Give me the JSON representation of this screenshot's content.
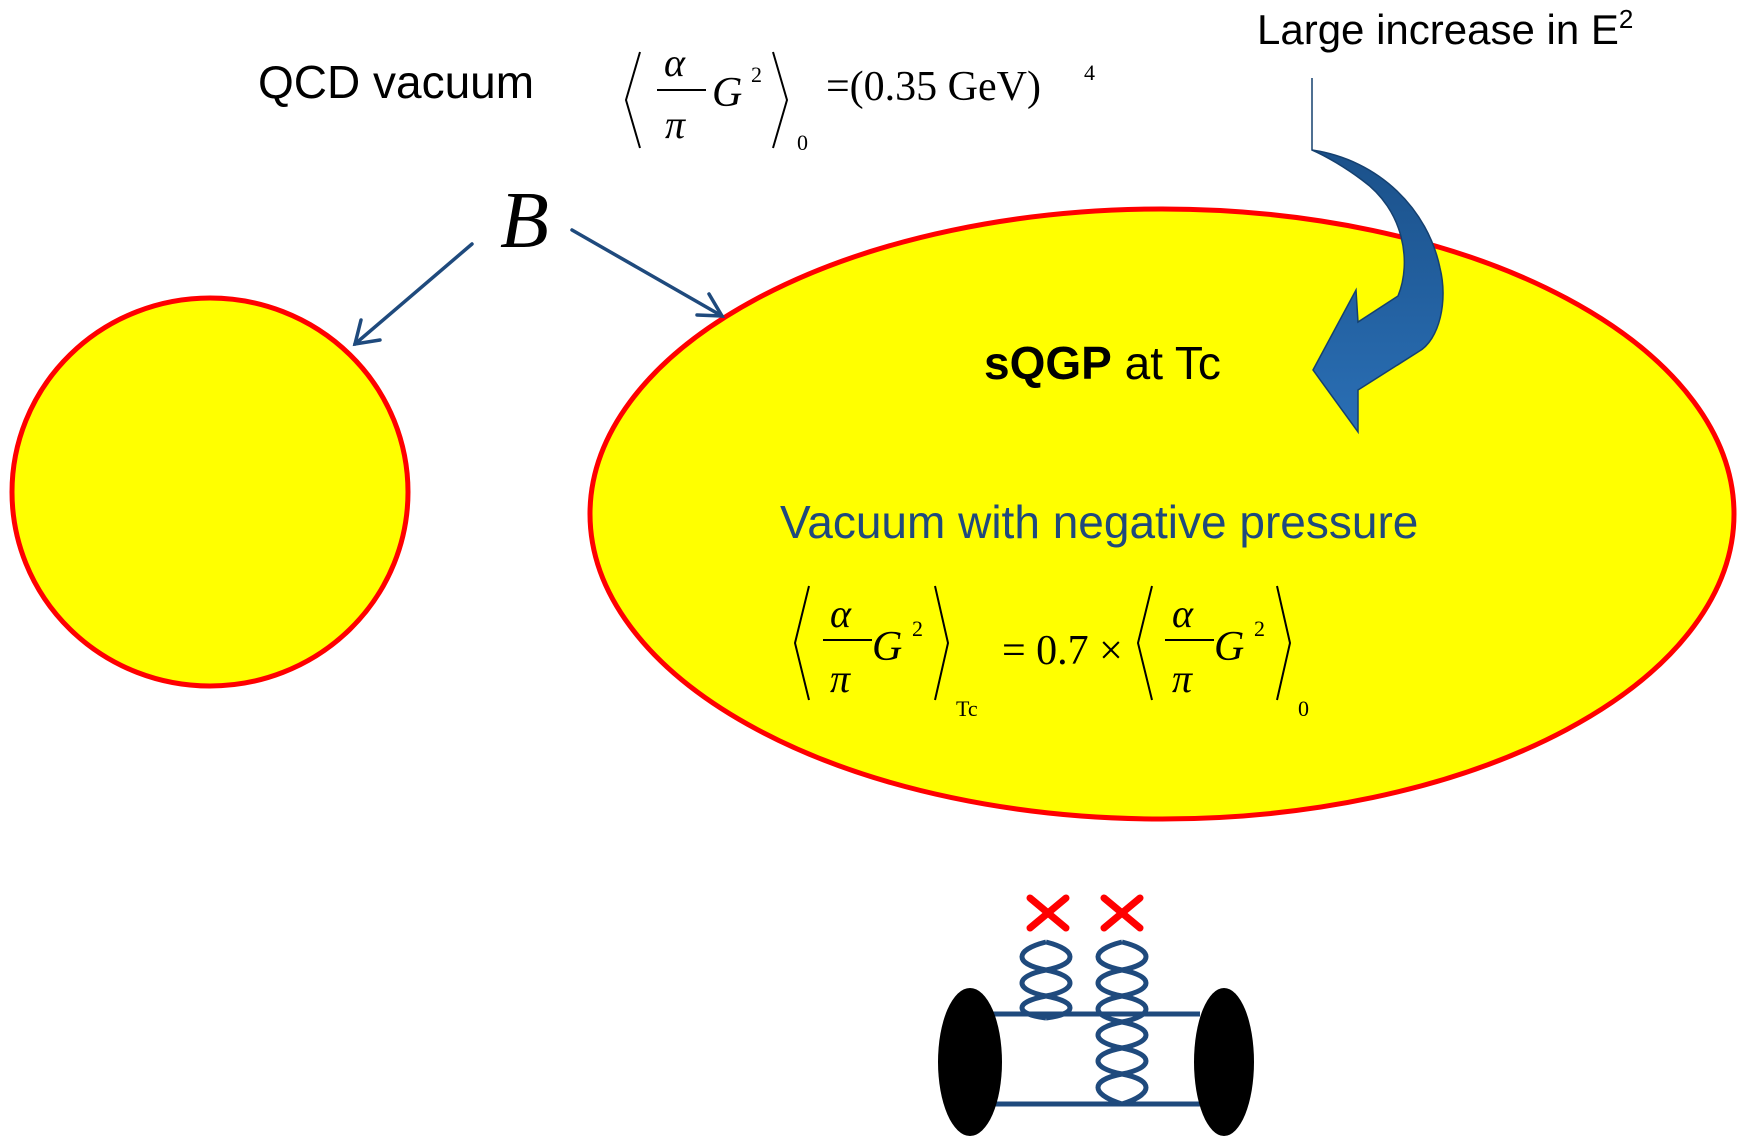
{
  "labels": {
    "qcd_vacuum": "QCD vacuum",
    "big_b": "B",
    "large_increase": "Large increase in  E",
    "large_increase_sup": "2",
    "sqgp_bold": "sQGP",
    "sqgp_rest": " at Tc",
    "vacuum_negative": "Vacuum with negative pressure"
  },
  "formula_top": {
    "alpha": "α",
    "pi": "π",
    "g": "G",
    "g_exp": "2",
    "sub": "0",
    "rhs": "=(0.35 GeV)",
    "rhs_exp": "4"
  },
  "formula_ellipse": {
    "alpha": "α",
    "pi": "π",
    "g": "G",
    "g_exp": "2",
    "sub_left": "Tc",
    "equals": "= 0.7 ×",
    "sub_right": "0"
  },
  "colors": {
    "bubble_fill": "#ffff00",
    "bubble_stroke": "#ff0000",
    "arrow_blue": "#1f4a7d",
    "curved_arrow": "#1e5a96",
    "text_blue": "#1f497d",
    "cross_red": "#ff0000",
    "hadron_black": "#000000"
  },
  "icons": {
    "cross": "red-x-icon"
  }
}
